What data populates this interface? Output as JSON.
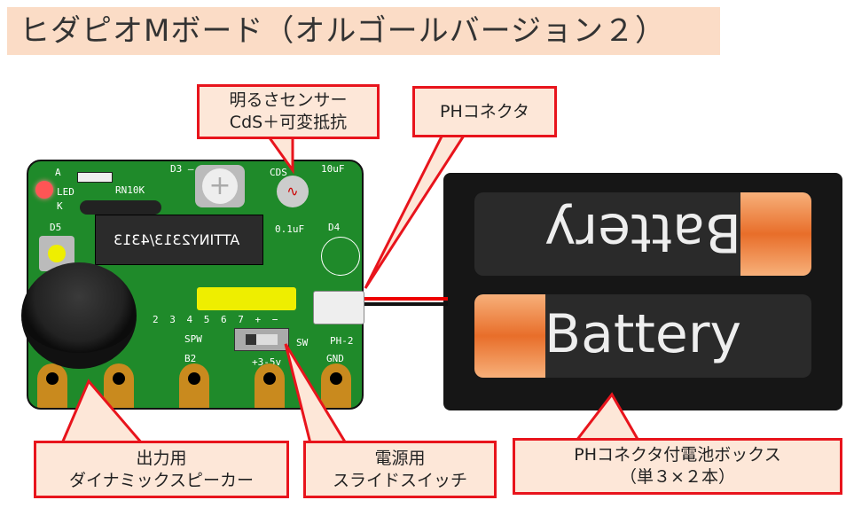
{
  "title": "ヒダピオMボード（オルゴールバージョン２）",
  "callouts": {
    "sensor": [
      "明るさセンサー",
      "CdS＋可変抵抗"
    ],
    "ph_connector": [
      "PHコネクタ"
    ],
    "speaker": [
      "出力用",
      "ダイナミックスピーカー"
    ],
    "switch": [
      "電源用",
      "スライドスイッチ"
    ],
    "battery_box": [
      "PHコネクタ付電池ボックス",
      "（単３×２本）"
    ]
  },
  "board_labels": {
    "chip": "ATTINY2313/4313",
    "led": "LED",
    "a": "A",
    "k": "K",
    "rn": "RN10K",
    "d3": "D3 —",
    "d5": "D5",
    "d4": "D4",
    "cds": "CDS",
    "cap1": "0.1uF",
    "cap2": "10uF",
    "sw": "SW",
    "gnd": "GND",
    "power": "+3-5v",
    "spw": "SPW",
    "b2": "B2",
    "ph2": "PH-2",
    "pins": "2  3  4  5  6  7  +  −"
  },
  "battery_labels": [
    "Battery",
    "Battery"
  ],
  "colors": {
    "callout_border": "#e8141c",
    "callout_fill": "#fde7d8",
    "title_fill": "#fbdcc6",
    "pcb": "#1f8a2a"
  }
}
